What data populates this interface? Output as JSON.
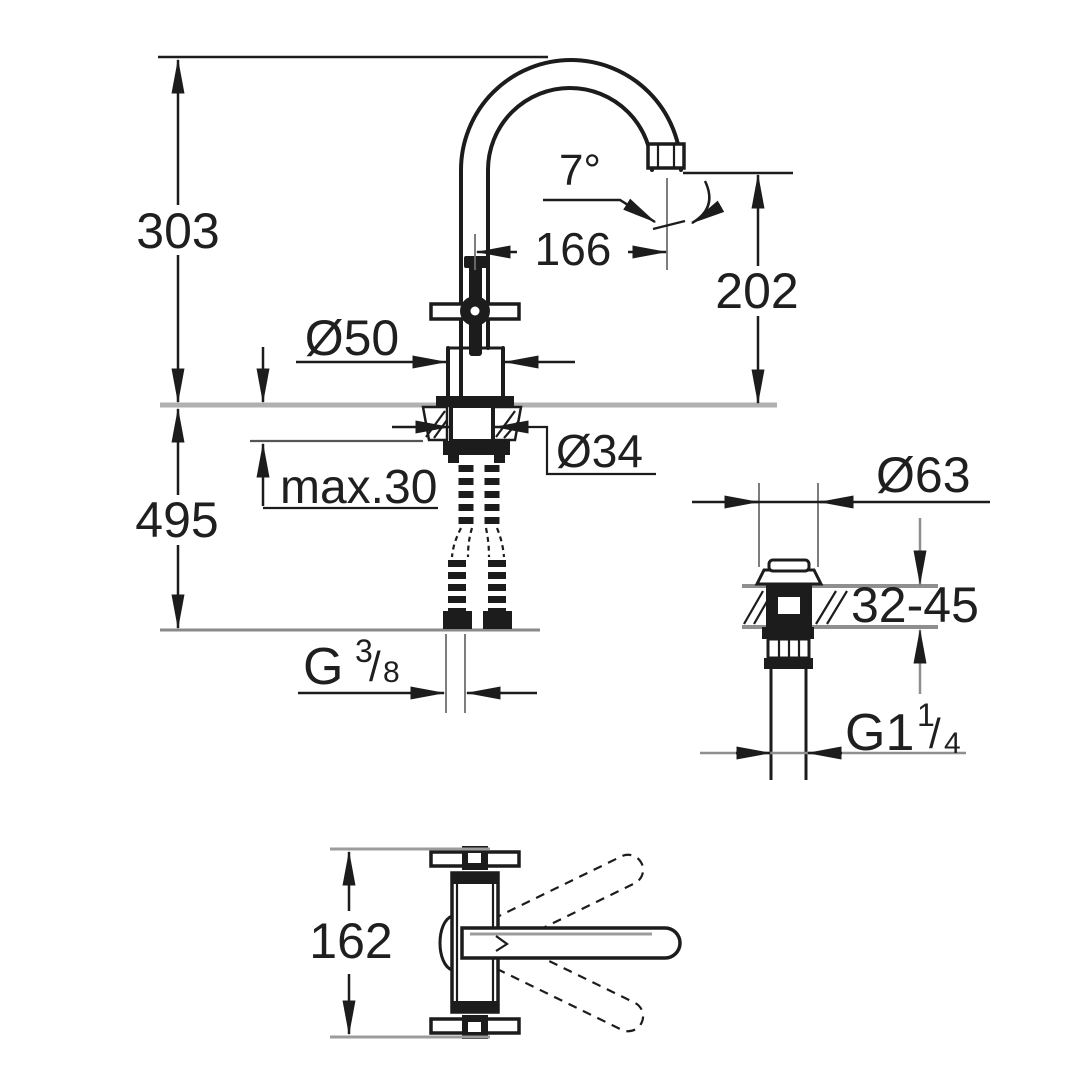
{
  "title": "Basin mixer technical dimension drawing",
  "colors": {
    "line": "#1c1c1c",
    "reference_gray": "#b0b0b0",
    "dim_gray": "#8f8f8f",
    "background": "#ffffff"
  },
  "front_view": {
    "height_total": "303",
    "spout_reach": "166",
    "spout_angle": "7°",
    "spout_height": "202",
    "base_diameter": "Ø50",
    "shank_diameter": "Ø34",
    "max_mount_thickness": "max.30",
    "below_deck_height": "495",
    "supply_thread": {
      "prefix": "G",
      "numerator": "3",
      "slash": "/",
      "denominator": "8"
    }
  },
  "drain_view": {
    "flange_diameter": "Ø63",
    "mount_thickness_range": "32-45",
    "waste_thread": {
      "prefix": "G1",
      "numerator": "1",
      "slash": "/",
      "denominator": "4"
    }
  },
  "top_view": {
    "handle_span": "162"
  }
}
